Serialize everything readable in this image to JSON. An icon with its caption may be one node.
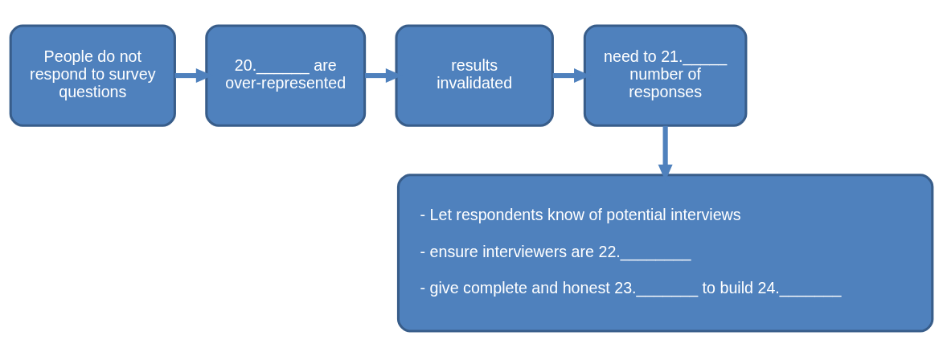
{
  "diagram": {
    "nodes": [
      {
        "text": [
          "People do not respond to survey questions"
        ]
      },
      {
        "text": [
          "20.______ are over-represented"
        ]
      },
      {
        "text": [
          "results invalidated"
        ]
      },
      {
        "text": [
          "need to 21._____ number of responses"
        ]
      },
      {
        "text": [
          "- Let respondents know of potential interviews",
          "- ensure interviewers are 22.________",
          "- give complete and honest 23._______ to build 24._______"
        ]
      }
    ],
    "edges": [
      {
        "from": 0,
        "to": 1,
        "arrow": "to"
      },
      {
        "from": 1,
        "to": 2,
        "arrow": "to"
      },
      {
        "from": 2,
        "to": 3,
        "arrow": "to"
      },
      {
        "from": 3,
        "to": 4,
        "arrow": "to"
      }
    ]
  }
}
